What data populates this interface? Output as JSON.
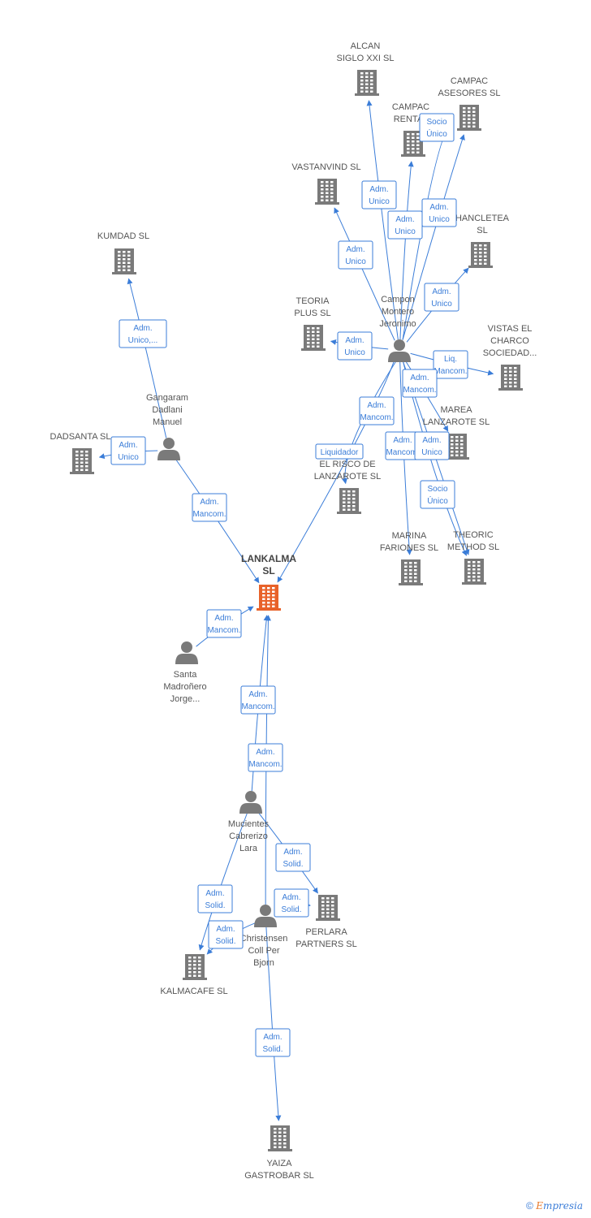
{
  "colors": {
    "edge": "#3b7dd8",
    "node": "#7a7a7a",
    "main": "#e8622a"
  },
  "companies": [
    {
      "id": "lankalma",
      "lines": [
        "LANKALMA",
        "SL"
      ],
      "main": true
    },
    {
      "id": "alcan",
      "lines": [
        "ALCAN",
        "SIGLO XXI  SL"
      ]
    },
    {
      "id": "campac-asesores",
      "lines": [
        "CAMPAC",
        "ASESORES  SL"
      ]
    },
    {
      "id": "campac-rental",
      "lines": [
        "CAMPAC",
        "RENTAL"
      ]
    },
    {
      "id": "vastanvind",
      "lines": [
        "VASTANVIND  SL"
      ]
    },
    {
      "id": "hancletea",
      "lines": [
        "HANCLETEA",
        "SL"
      ]
    },
    {
      "id": "kumdad",
      "lines": [
        "KUMDAD  SL"
      ]
    },
    {
      "id": "teoria-plus",
      "lines": [
        "TEORIA",
        "PLUS  SL"
      ]
    },
    {
      "id": "vistas-el-charco",
      "lines": [
        "VISTAS EL",
        "CHARCO",
        "SOCIEDAD..."
      ]
    },
    {
      "id": "marea-lanzarote",
      "lines": [
        "MAREA",
        "LANZAROTE  SL"
      ]
    },
    {
      "id": "dadsanta",
      "lines": [
        "DADSANTA  SL"
      ]
    },
    {
      "id": "el-risco",
      "lines": [
        "EL RISCO DE",
        "LANZAROTE  SL"
      ]
    },
    {
      "id": "marina-fariones",
      "lines": [
        "MARINA",
        "FARIONES  SL"
      ]
    },
    {
      "id": "theoric-method",
      "lines": [
        "THEORIC",
        "METHOD  SL"
      ]
    },
    {
      "id": "perlara",
      "lines": [
        "PERLARA",
        "PARTNERS  SL"
      ]
    },
    {
      "id": "kalmacafe",
      "lines": [
        "KALMACAFE  SL"
      ]
    },
    {
      "id": "yaiza",
      "lines": [
        "YAIZA",
        "GASTROBAR  SL"
      ]
    }
  ],
  "persons": [
    {
      "id": "campon",
      "lines": [
        "Campon",
        "Montero",
        "Jeronimo"
      ]
    },
    {
      "id": "gangaram",
      "lines": [
        "Gangaram",
        "Dadlani",
        "Manuel"
      ]
    },
    {
      "id": "santa",
      "lines": [
        "Santa",
        "Madroñero",
        "Jorge..."
      ]
    },
    {
      "id": "mucientes",
      "lines": [
        "Mucientes",
        "Cabrerizo",
        "Lara"
      ]
    },
    {
      "id": "christensen",
      "lines": [
        "Christensen",
        "Coll Per",
        "Bjorn"
      ]
    }
  ],
  "edges": [
    {
      "id": "e-alcan",
      "lines": [
        "Adm.",
        "Unico"
      ]
    },
    {
      "id": "e-campac-rental",
      "lines": [
        "Adm.",
        "Unico"
      ]
    },
    {
      "id": "e-campac-asesores",
      "lines": [
        "Adm.",
        "Unico"
      ]
    },
    {
      "id": "e-socio-unico-campac",
      "lines": [
        "Socio",
        "Único"
      ]
    },
    {
      "id": "e-vastanvind",
      "lines": [
        "Adm.",
        "Unico"
      ]
    },
    {
      "id": "e-hancletea",
      "lines": [
        "Adm.",
        "Unico"
      ]
    },
    {
      "id": "e-teoria",
      "lines": [
        "Adm.",
        "Unico"
      ]
    },
    {
      "id": "e-vistas",
      "lines": [
        "Liq.",
        "Mancom."
      ]
    },
    {
      "id": "e-marea",
      "lines": [
        "Adm.",
        "Mancom."
      ]
    },
    {
      "id": "e-lankalma-campon",
      "lines": [
        "Adm.",
        "Mancom."
      ]
    },
    {
      "id": "e-liquidador",
      "lines": [
        "Liquidador"
      ]
    },
    {
      "id": "e-marina",
      "lines": [
        "Adm.",
        "Mancom."
      ]
    },
    {
      "id": "e-theoric-adm",
      "lines": [
        "Adm.",
        "Unico"
      ]
    },
    {
      "id": "e-theoric-socio",
      "lines": [
        "Socio",
        "Único"
      ]
    },
    {
      "id": "e-kumdad",
      "lines": [
        "Adm.",
        "Unico,..."
      ]
    },
    {
      "id": "e-dadsanta",
      "lines": [
        "Adm.",
        "Unico"
      ]
    },
    {
      "id": "e-gangaram-lankalma",
      "lines": [
        "Adm.",
        "Mancom."
      ]
    },
    {
      "id": "e-santa-lankalma",
      "lines": [
        "Adm.",
        "Mancom."
      ]
    },
    {
      "id": "e-mucientes-lankalma",
      "lines": [
        "Adm.",
        "Mancom."
      ]
    },
    {
      "id": "e-christensen-lankalma",
      "lines": [
        "Adm.",
        "Mancom."
      ]
    },
    {
      "id": "e-perlara-1",
      "lines": [
        "Adm.",
        "Solid."
      ]
    },
    {
      "id": "e-perlara-2",
      "lines": [
        "Adm.",
        "Solid."
      ]
    },
    {
      "id": "e-kalmacafe-1",
      "lines": [
        "Adm.",
        "Solid."
      ]
    },
    {
      "id": "e-kalmacafe-2",
      "lines": [
        "Adm.",
        "Solid."
      ]
    },
    {
      "id": "e-yaiza",
      "lines": [
        "Adm.",
        "Solid."
      ]
    }
  ],
  "footer": {
    "copyright": "©",
    "brand_initial": "E",
    "brand_rest": "mpresia"
  }
}
